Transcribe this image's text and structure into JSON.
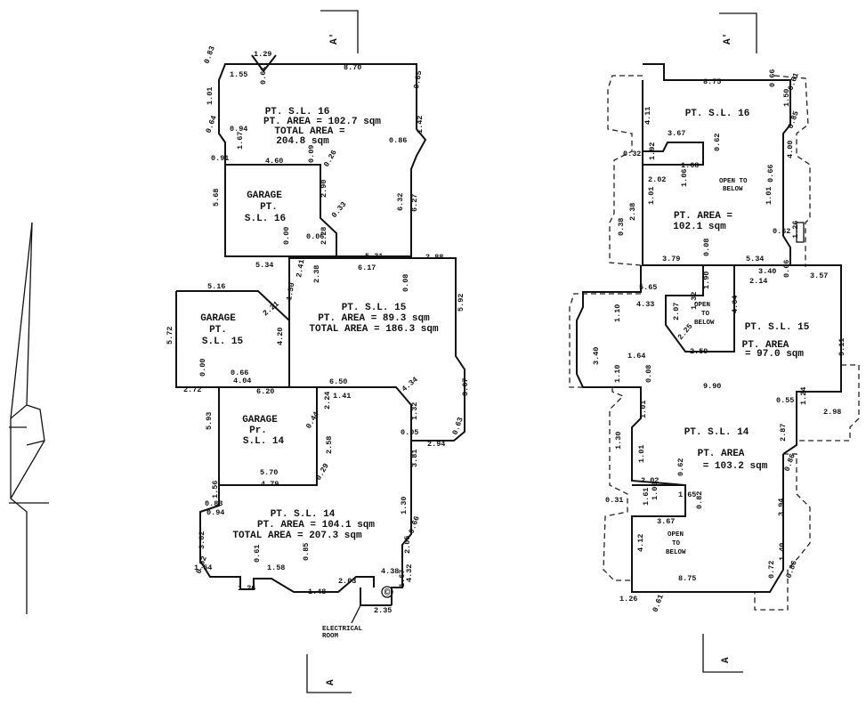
{
  "section_marks": {
    "top_left": "A'",
    "bottom_left": "A",
    "top_right": "A'",
    "bottom_right": "A"
  },
  "left_plan": {
    "sl16": {
      "title": "PT. S.L. 16",
      "area": "PT. AREA = 102.7 sqm",
      "total1": "TOTAL AREA =",
      "total2": "204.8 sqm"
    },
    "garage16": {
      "l1": "GARAGE",
      "l2": "PT.",
      "l3": "S.L. 16"
    },
    "sl15": {
      "title": "PT. S.L. 15",
      "area": "PT. AREA = 89.3 sqm",
      "total": "TOTAL AREA = 186.3 sqm"
    },
    "garage15": {
      "l1": "GARAGE",
      "l2": "PT.",
      "l3": "S.L. 15"
    },
    "garage14": {
      "l1": "GARAGE",
      "l2": "Pr.",
      "l3": "S.L. 14"
    },
    "sl14": {
      "title": "PT. S.L. 14",
      "area": "PT. AREA = 104.1 sqm",
      "total": "TOTAL AREA = 207.3 sqm"
    },
    "copyright": "©",
    "electrical1": "ELECTRICAL",
    "electrical2": "ROOM",
    "dims": [
      "1.29",
      "0.83",
      "1.55",
      "8.70",
      "0.65",
      "1.01",
      "0.61",
      "0.64",
      "0.94",
      "1.67",
      "0.86",
      "1.42",
      "0.91",
      "4.60",
      "0.09",
      "0.26",
      "5.68",
      "2.90",
      "6.32",
      "0.33",
      "6.27",
      "0.00",
      "0.06",
      "2.28",
      "5.31",
      "2.88",
      "5.34",
      "6.17",
      "0.08",
      "5.16",
      "2.41",
      "2.38",
      "1.50",
      "2.21",
      "5.92",
      "5.72",
      "4.20",
      "0.00",
      "0.66",
      "2.72",
      "4.04",
      "6.20",
      "6.50",
      "1.41",
      "4.34",
      "2.24",
      "0.44",
      "1.32",
      "3.67",
      "0.05",
      "0.63",
      "2.94",
      "5.93",
      "3.81",
      "5.70",
      "2.58",
      "0.29",
      "4.79",
      "1.56",
      "1.30",
      "0.83",
      "0.94",
      "0.66",
      "3.02",
      "0.61",
      "0.85",
      "4.38",
      "2.05",
      "0.62",
      "1.54",
      "1.58",
      "2.03",
      "1.67",
      "4.32",
      "1.26",
      "1.48",
      "2.35"
    ]
  },
  "right_plan": {
    "sl16": {
      "title": "PT. S.L. 16",
      "area1": "PT. AREA =",
      "area2": "102.1 sqm"
    },
    "open1": "OPEN TO",
    "open2": "BELOW",
    "sl15": {
      "title": "PT. S.L. 15",
      "area1": "PT. AREA",
      "area2": "= 97.0 sqm"
    },
    "open3": "OPEN",
    "open4": "TO",
    "open5": "BELOW",
    "sl14": {
      "title": "PT. S.L. 14",
      "area1": "PT. AREA",
      "area2": "= 103.2 sqm"
    },
    "open6": "OPEN",
    "open7": "TO",
    "open8": "BELOW",
    "dims": [
      "8.75",
      "0.66",
      "4.11",
      "1.50",
      "0.61",
      "0.85",
      "3.67",
      "0.32",
      "1.92",
      "0.62",
      "1.68",
      "2.02",
      "1.06",
      "0.66",
      "4.00",
      "2.38",
      "1.01",
      "1.01",
      "0.62",
      "0.38",
      "1.26",
      "3.79",
      "0.08",
      "5.34",
      "0.66",
      "3.40",
      "3.57",
      "5.65",
      "1.90",
      "2.14",
      "4.33",
      "1.32",
      "4.64",
      "1.10",
      "2.07",
      "3.40",
      "2.25",
      "1.64",
      "2.59",
      "9.11",
      "1.10",
      "0.08",
      "9.90",
      "0.55",
      "1.24",
      "1.01",
      "2.98",
      "1.30",
      "2.87",
      "1.01",
      "0.86",
      "0.62",
      "2.02",
      "1.06",
      "1.65",
      "0.31",
      "1.61",
      "0.82",
      "3.94",
      "3.67",
      "4.12",
      "1.40",
      "0.72",
      "0.86",
      "8.75",
      "1.26",
      "0.61"
    ]
  }
}
